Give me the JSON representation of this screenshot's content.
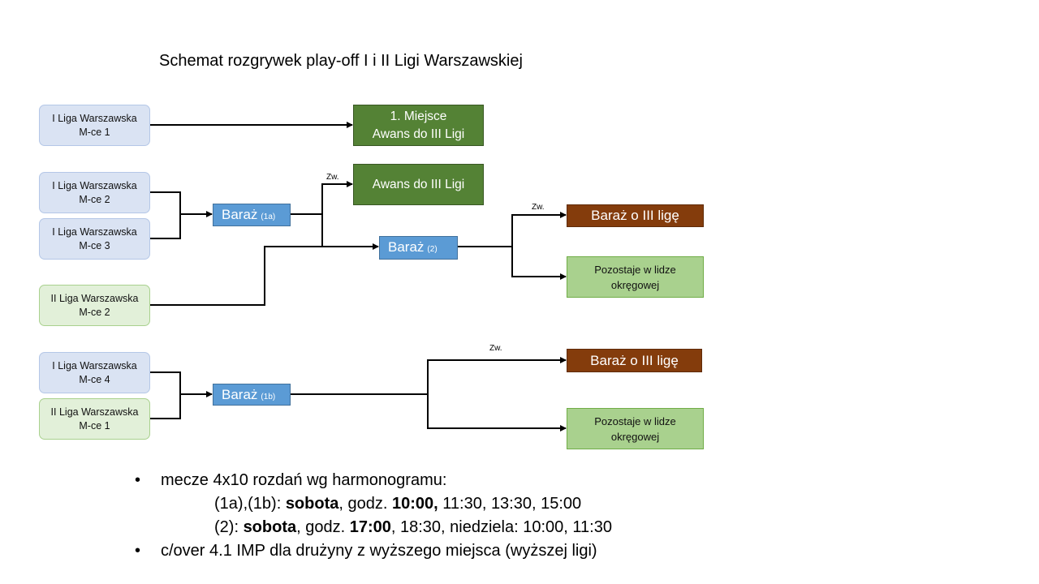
{
  "title": "Schemat rozgrywek play-off I i II Ligi Warszawskiej",
  "teams": {
    "l1_m1": {
      "line1": "I Liga Warszawska",
      "line2": "M-ce 1"
    },
    "l1_m2": {
      "line1": "I Liga Warszawska",
      "line2": "M-ce 2"
    },
    "l1_m3": {
      "line1": "I Liga Warszawska",
      "line2": "M-ce 3"
    },
    "l2_m2": {
      "line1": "II Liga Warszawska",
      "line2": "M-ce 2"
    },
    "l1_m4": {
      "line1": "I Liga Warszawska",
      "line2": "M-ce 4"
    },
    "l2_m1": {
      "line1": "II Liga Warszawska",
      "line2": "M-ce 1"
    }
  },
  "outcomes": {
    "first_place": {
      "line1": "1. Miejsce",
      "line2": "Awans do III Ligi"
    },
    "promotion": "Awans do III Ligi",
    "playoff_iii_top": "Baraż o III ligę",
    "stays_top": {
      "line1": "Pozostaje w lidze",
      "line2": "okręgowej"
    },
    "playoff_iii_bottom": "Baraż o III ligę",
    "stays_bottom": {
      "line1": "Pozostaje w lidze",
      "line2": "okręgowej"
    }
  },
  "playoffs": {
    "b1a": {
      "label": "Baraż",
      "sub": "(1a)"
    },
    "b2": {
      "label": "Baraż",
      "sub": "(2)"
    },
    "b1b": {
      "label": "Baraż",
      "sub": "(1b)"
    }
  },
  "winner_label": "Zw.",
  "notes": {
    "bullet": "•",
    "line1": "mecze 4x10 rozdań wg harmonogramu:",
    "line2": {
      "a": "(1a),(1b): ",
      "b": "sobota",
      "c": ", godz. ",
      "d": "10:00,",
      "e": " 11:30, 13:30, 15:00"
    },
    "line3": {
      "a": "(2): ",
      "b": "sobota",
      "c": ", godz. ",
      "d": "17:00",
      "e": ", 18:30, niedziela: 10:00, 11:30"
    },
    "line4": "c/over 4.1 IMP dla drużyny z wyższego miejsca (wyższej ligi)"
  },
  "colors": {
    "league1": "#dae3f3",
    "league2": "#e2f0d9",
    "promotion": "#548235",
    "playoff": "#5b9bd5",
    "playoff_iii": "#843c0c",
    "stays": "#a9d18e"
  }
}
